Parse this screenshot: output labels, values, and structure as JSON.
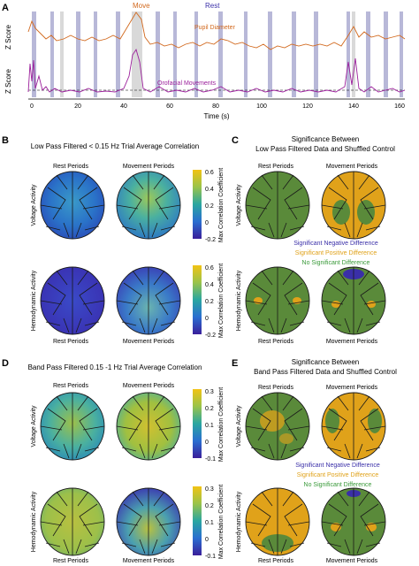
{
  "panels": {
    "A": {
      "letter": "A",
      "label_move": "Move",
      "label_rest": "Rest",
      "ylabel": "Z Score",
      "ylabel2": "Z Score",
      "trace1_label": "Pupil Diameter",
      "trace2_label": "Orofacial Movements",
      "xlabel": "Time (s)",
      "xticks": [
        "0",
        "20",
        "40",
        "60",
        "80",
        "100",
        "120",
        "140",
        "160"
      ]
    },
    "B": {
      "letter": "B",
      "title": "Low Pass Filtered < 0.15 Hz Trial Average Correlation",
      "col1": "Rest Periods",
      "col2": "Movement  Periods",
      "row1": "Voltage Activity",
      "row2": "Hemodynamic Activity",
      "cbar_label": "Max Correlation Coefficient",
      "cbar_ticks": [
        "0.6",
        "0.4",
        "0.2",
        "0",
        "-0.2"
      ]
    },
    "C": {
      "letter": "C",
      "title1": "Significance Between",
      "title2": "Low Pass Filtered Data and Shuffled Control",
      "col1": "Rest Periods",
      "col2": "Movement  Periods",
      "row1": "Voltage Activity",
      "row2": "Hemodynamic Activity",
      "legend_neg": "Significant Negative Difference",
      "legend_pos": "Significant Positive Difference",
      "legend_none": "No Significant Difference"
    },
    "D": {
      "letter": "D",
      "title": "Band Pass Filtered 0.15 -1 Hz Trial Average Correlation",
      "col1": "Rest Periods",
      "col2": "Movement  Periods",
      "row1": "Voltage Activity",
      "row2": "Hemodynamic Activity",
      "cbar_label": "Max Correlation Coefficient",
      "cbar_ticks": [
        "0.3",
        "0.2",
        "0.1",
        "0",
        "-0.1"
      ]
    },
    "E": {
      "letter": "E",
      "title1": "Significance Between",
      "title2": "Band Pass Filtered Data and Shuffled Control",
      "col1": "Rest Periods",
      "col2": "Movement  Periods",
      "row1": "Voltage Activity",
      "row2": "Hemodynamic Activity",
      "legend_neg": "Significant Negative Difference",
      "legend_pos": "Significant Positive Difference",
      "legend_none": "No Significant Difference"
    }
  },
  "colors": {
    "pupil": "#d2691e",
    "orofacial": "#9b1f9b",
    "shade_rest": "#b8b8d8",
    "shade_move": "#d9d9d9",
    "green": "#5a8a3a",
    "yellow": "#e0a21a",
    "blue": "#3a2fa8",
    "title_yellow": "#e0a21a",
    "title_green": "#3a9a3a",
    "title_blue": "#3a2fa8"
  }
}
